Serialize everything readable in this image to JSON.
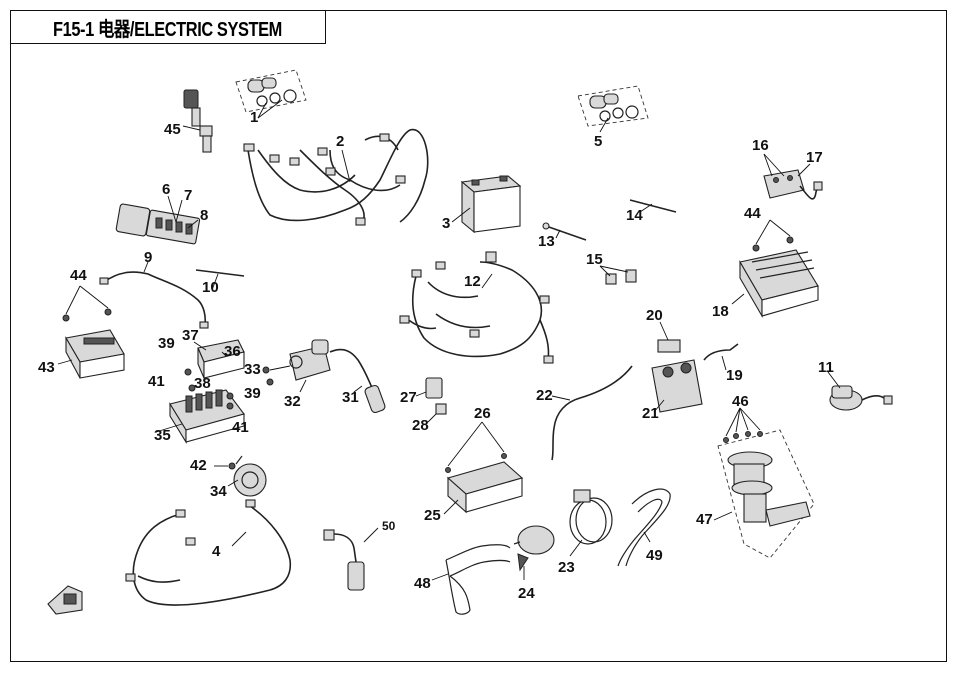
{
  "title": "F15-1 电器/ELECTRIC SYSTEM",
  "callouts": {
    "n1": "1",
    "n2": "2",
    "n3": "3",
    "n4": "4",
    "n5": "5",
    "n6": "6",
    "n7": "7",
    "n8": "8",
    "n9": "9",
    "n10": "10",
    "n11": "11",
    "n12": "12",
    "n13": "13",
    "n14": "14",
    "n15": "15",
    "n16": "16",
    "n17": "17",
    "n18": "18",
    "n19": "19",
    "n20": "20",
    "n21": "21",
    "n22": "22",
    "n23": "23",
    "n24": "24",
    "n25": "25",
    "n26": "26",
    "n27": "27",
    "n28": "28",
    "n31": "31",
    "n32": "32",
    "n33": "33",
    "n34": "34",
    "n35": "35",
    "n36": "36",
    "n37": "37",
    "n38": "38",
    "n39a": "39",
    "n39b": "39",
    "n41a": "41",
    "n41b": "41",
    "n42": "42",
    "n43": "43",
    "n44a": "44",
    "n44b": "44",
    "n45": "45",
    "n46": "46",
    "n47": "47",
    "n48": "48",
    "n49": "49",
    "n50": "50"
  }
}
